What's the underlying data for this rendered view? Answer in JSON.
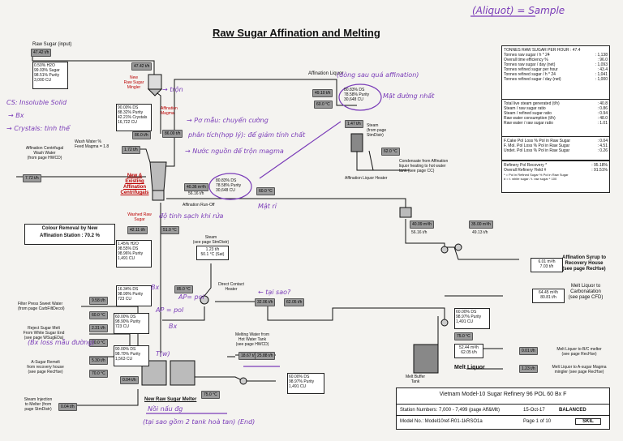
{
  "header": {
    "title": "Raw Sugar Affination and Melting",
    "handwritten_top": "(Aliquot) = Sample"
  },
  "tonnes_box": {
    "header": "TONNES RAW SUGAR PER HOUR : 47.4",
    "rows": [
      {
        "label": "Tonnes raw sugar / h * 24",
        "value": ": 1,138"
      },
      {
        "label": "Overall time efficiency %",
        "value": ": 96.0"
      },
      {
        "label": "Tonnes raw sugar / day (net)",
        "value": ": 1,093"
      },
      {
        "label": "Tonnes refined sugar per hour",
        "value": ": 43.4"
      },
      {
        "label": "Tonnes refined sugar / h * 24",
        "value": ": 1,041"
      },
      {
        "label": "Tonnes refined sugar / day (net)",
        "value": ": 1,000"
      }
    ]
  },
  "steam_box": {
    "rows": [
      {
        "label": "Total live steam generated (t/h)",
        "value": ": 40.8"
      },
      {
        "label": "Steam / raw sugar ratio",
        "value": ": 0.86"
      },
      {
        "label": "Steam / refined sugar ratio",
        "value": ": 0.94"
      },
      {
        "label": "Raw water consumption (t/h)",
        "value": ": 48.0"
      },
      {
        "label": "Raw water / raw sugar ratio",
        "value": ": 1.01"
      }
    ]
  },
  "loss_box": {
    "rows": [
      {
        "label": "F.Cake Pol Loss % Pol in Raw Sugar",
        "value": ": 0.04"
      },
      {
        "label": "F. Mol. Pol Loss % Pol in Raw Sugar",
        "value": ": 4.51"
      },
      {
        "label": "Undet. Pol Loss % Pol in Raw Sugar",
        "value": ": 0.26"
      }
    ]
  },
  "recovery_box": {
    "rows": [
      {
        "label": "Refinery Pol Recovery *",
        "value": ": 95.18%"
      },
      {
        "label": "Overall Refinery Yield #",
        "value": ": 91.51%"
      }
    ],
    "note1": "* = Pol in Refined Sugar % Pol in Raw Sugar",
    "note2": "# = t. white sugar / t. raw sugar * 100"
  },
  "left_labels": {
    "raw_sugar_input": "Raw Sugar (input)",
    "raw_sugar_comp": [
      "0.50% H2O",
      "99.03% Sugar",
      "98.51% Purity",
      "3,000 CU"
    ],
    "mingler": [
      "New",
      "Raw Sugar",
      "Mingler"
    ],
    "mingler_comp": [
      "90.00% DS",
      "88.32% Purity",
      "42.21% Crystals",
      "16,722 CU"
    ],
    "affination_magma": [
      "Affination",
      "Magma"
    ],
    "wash_water": [
      "Wash Water %",
      "Feed Magma = 1.8"
    ],
    "centrifugal_wash": [
      "Affination Centrifugal",
      "Wash Water",
      "(from page HWCD)"
    ],
    "centrifugals": [
      "New &",
      "Existing",
      "Affination",
      "Centrifugals"
    ],
    "colour_removal": [
      "Colour Removal by New",
      "Affination Station : 70.2 %"
    ],
    "washed_raw": [
      "Washed Raw",
      "Sugar"
    ],
    "washed_comp": [
      "1.45% H2O",
      "98.55% DS",
      "98.96% Purity",
      "1,491 CU"
    ],
    "filter_press": [
      "Filter Press Sweet Water",
      "(from page CarbFiltDecol)"
    ],
    "reject_sugar": [
      "Reject Sugar Melt",
      "From White Sugar End",
      "(see page WSugEDa)"
    ],
    "a_sugar_remelt": [
      "A-Sugar Remelt",
      "from recovery house",
      "(see page RecHse)"
    ],
    "steam_injection": [
      "Steam Injection",
      "to Melter (from",
      "page StmDistr)"
    ]
  },
  "mid_labels": {
    "affination_liquor": "Affination Liquor",
    "liquor_comp": [
      "80.83% DS",
      "78.58% Purity",
      "30,648 CU"
    ],
    "liquor_heater_steam": [
      "Steam",
      "(from page",
      "StmDistr)"
    ],
    "liquor_heater": "Affination Liquor Heater",
    "condensate": [
      "Condensate from Affination",
      "liquor heating to hot water",
      "tank (see page CC)"
    ],
    "runoff_comp": [
      "80.83% DS",
      "78.58% Purity",
      "30,648 CU"
    ],
    "run_off": "Affination Run-Off",
    "steam_mid": [
      "Steam",
      "(see page StmDistr)"
    ],
    "dch": [
      "Direct Contact",
      "Heater"
    ],
    "comp_1634": [
      "16.34% DS",
      "98.99% Purity",
      "723 CU"
    ],
    "comp_6000a": [
      "60.00% DS",
      "98.90% Purity",
      "723 CU"
    ],
    "comp_9000": [
      "90.00% DS",
      "98.70% Purity",
      "1,563 CU"
    ],
    "melting_water": [
      "Melting Water from",
      "Hot Water Tank",
      "(see page HWCD)"
    ],
    "new_melter": "New Raw Sugar Melter",
    "comp_6000b": [
      "60.00% DS",
      "98.97% Purity",
      "1,491 CU"
    ]
  },
  "right_labels": {
    "affination_syrup": [
      "Affination Syrup to",
      "Recovery House",
      "(see page RecHse)"
    ],
    "melt_to_carb": [
      "Melt Liquor to",
      "Carbonatation",
      "(see page CFD)"
    ],
    "melt_comp": [
      "60.00% DS",
      "98.97% Purity",
      "1,491 CU"
    ],
    "melt_liquor": "Melt Liquor",
    "melt_buffer": [
      "Melt Buffer",
      "Tank"
    ],
    "melt_to_bc": [
      "Melt Liquor to B/C melter",
      "(see page RecHse)"
    ],
    "melt_to_magma": [
      "Melt Liquor to A-sugar Magma",
      "mingler (see page RecHse)"
    ]
  },
  "tags": {
    "t_raw_input": "47.42 t/h",
    "t_mingler": "47.42 t/h",
    "t_wash": "1.72 t/h",
    "t_cwash": "7.72 t/h",
    "t_magma": "86.00 t/h",
    "t_magma2": "86.0 t/h",
    "t_liquor1": "49.10 t/h",
    "t_liquor_temp": "60.0 °C",
    "t_steam1": "1.47 t/h",
    "t_liquor_out": "62.0 °C",
    "t_runoff": "40.36 m³/h",
    "t_runoff2": "56.16 t/h",
    "t_runoff_temp": "60.0 °C",
    "t_washed": "42.11 t/h",
    "t_washed_temp": "51.0 °C",
    "t_steam_mid": "1.23 t/h",
    "t_steam_mid2": "50.1 °C (Sat)",
    "t_pump1a": "40.09 m³/h",
    "t_pump1b": "56.16 t/h",
    "t_pump2a": "35.00 m³/h",
    "t_pump2b": "49.13 t/h",
    "t_syrup1": "6.01 m³/h",
    "t_syrup2": "7.03 t/h",
    "t_fp": "9.58 t/h",
    "t_fp_temp": "60.0 °C",
    "t_reject1": "2.31 t/h",
    "t_reject_temp": "70.0 °C",
    "t_remelt1": "5.30 t/h",
    "t_remelt_temp": "70.0 °C",
    "t_steam_inj": "0.04 t/h",
    "t_melter_out": "0.04 t/h",
    "t_dch_temp": "85.0 °C",
    "t_flow_a": "32.06 t/h",
    "t_flow_b": "62.05 t/h",
    "t_mw1": "18.67 t/h",
    "t_mw2": "25.88 t/h",
    "t_melter_temp": "75.0 °C",
    "t_carb1": "64.45 m³/h",
    "t_carb2": "80.81 t/h",
    "t_buffer_temp": "75.0 °C",
    "t_melt_a": "52.44 m³/h",
    "t_melt_b": "62.05 t/h",
    "t_bc": "0.01 t/h",
    "t_magma_mingler": "1.23 t/h"
  },
  "footer": {
    "company": "Vietnam Model-10 Sugar Refinery 96 POL 60 Bx F",
    "stations": "Station Numbers: 7,000 - 7,499 (page Aff&Mlt)",
    "date": "15-Oct-17",
    "status": "BALANCED",
    "model": "Model No.: Model10ref-R01-1kRSO1a",
    "page": "Page 1 of 10",
    "logo": "SKIL"
  },
  "handwriting": {
    "h1": "→ trộn",
    "h2": "(dòng sau quá affination)",
    "h3": "Mặt đường nhất",
    "h4": "→ Pơ mẫu: chuyển cường",
    "h5": "phân tích(hợp lý): để giảm tính chất",
    "h6": "→ Nước nguồn để trộn magma",
    "h7": "Mật rỉ",
    "h8": "độ tinh sạch khi rửa",
    "h9": "← tại sao?",
    "h10": "Bx",
    "h11": "AP = pol",
    "h12": "Bx",
    "h13": "T(w)",
    "h14": "CS: Insoluble Solid",
    "h15": "→ Bx",
    "h16": "→ Crystals: tinh thể",
    "h17": "(Bx loss mẫu đường)",
    "h18": "Nồi nấu đg",
    "h19": "(tại sao gồm 2 tank hoà tan) (End)",
    "h20": "AP= pol"
  }
}
